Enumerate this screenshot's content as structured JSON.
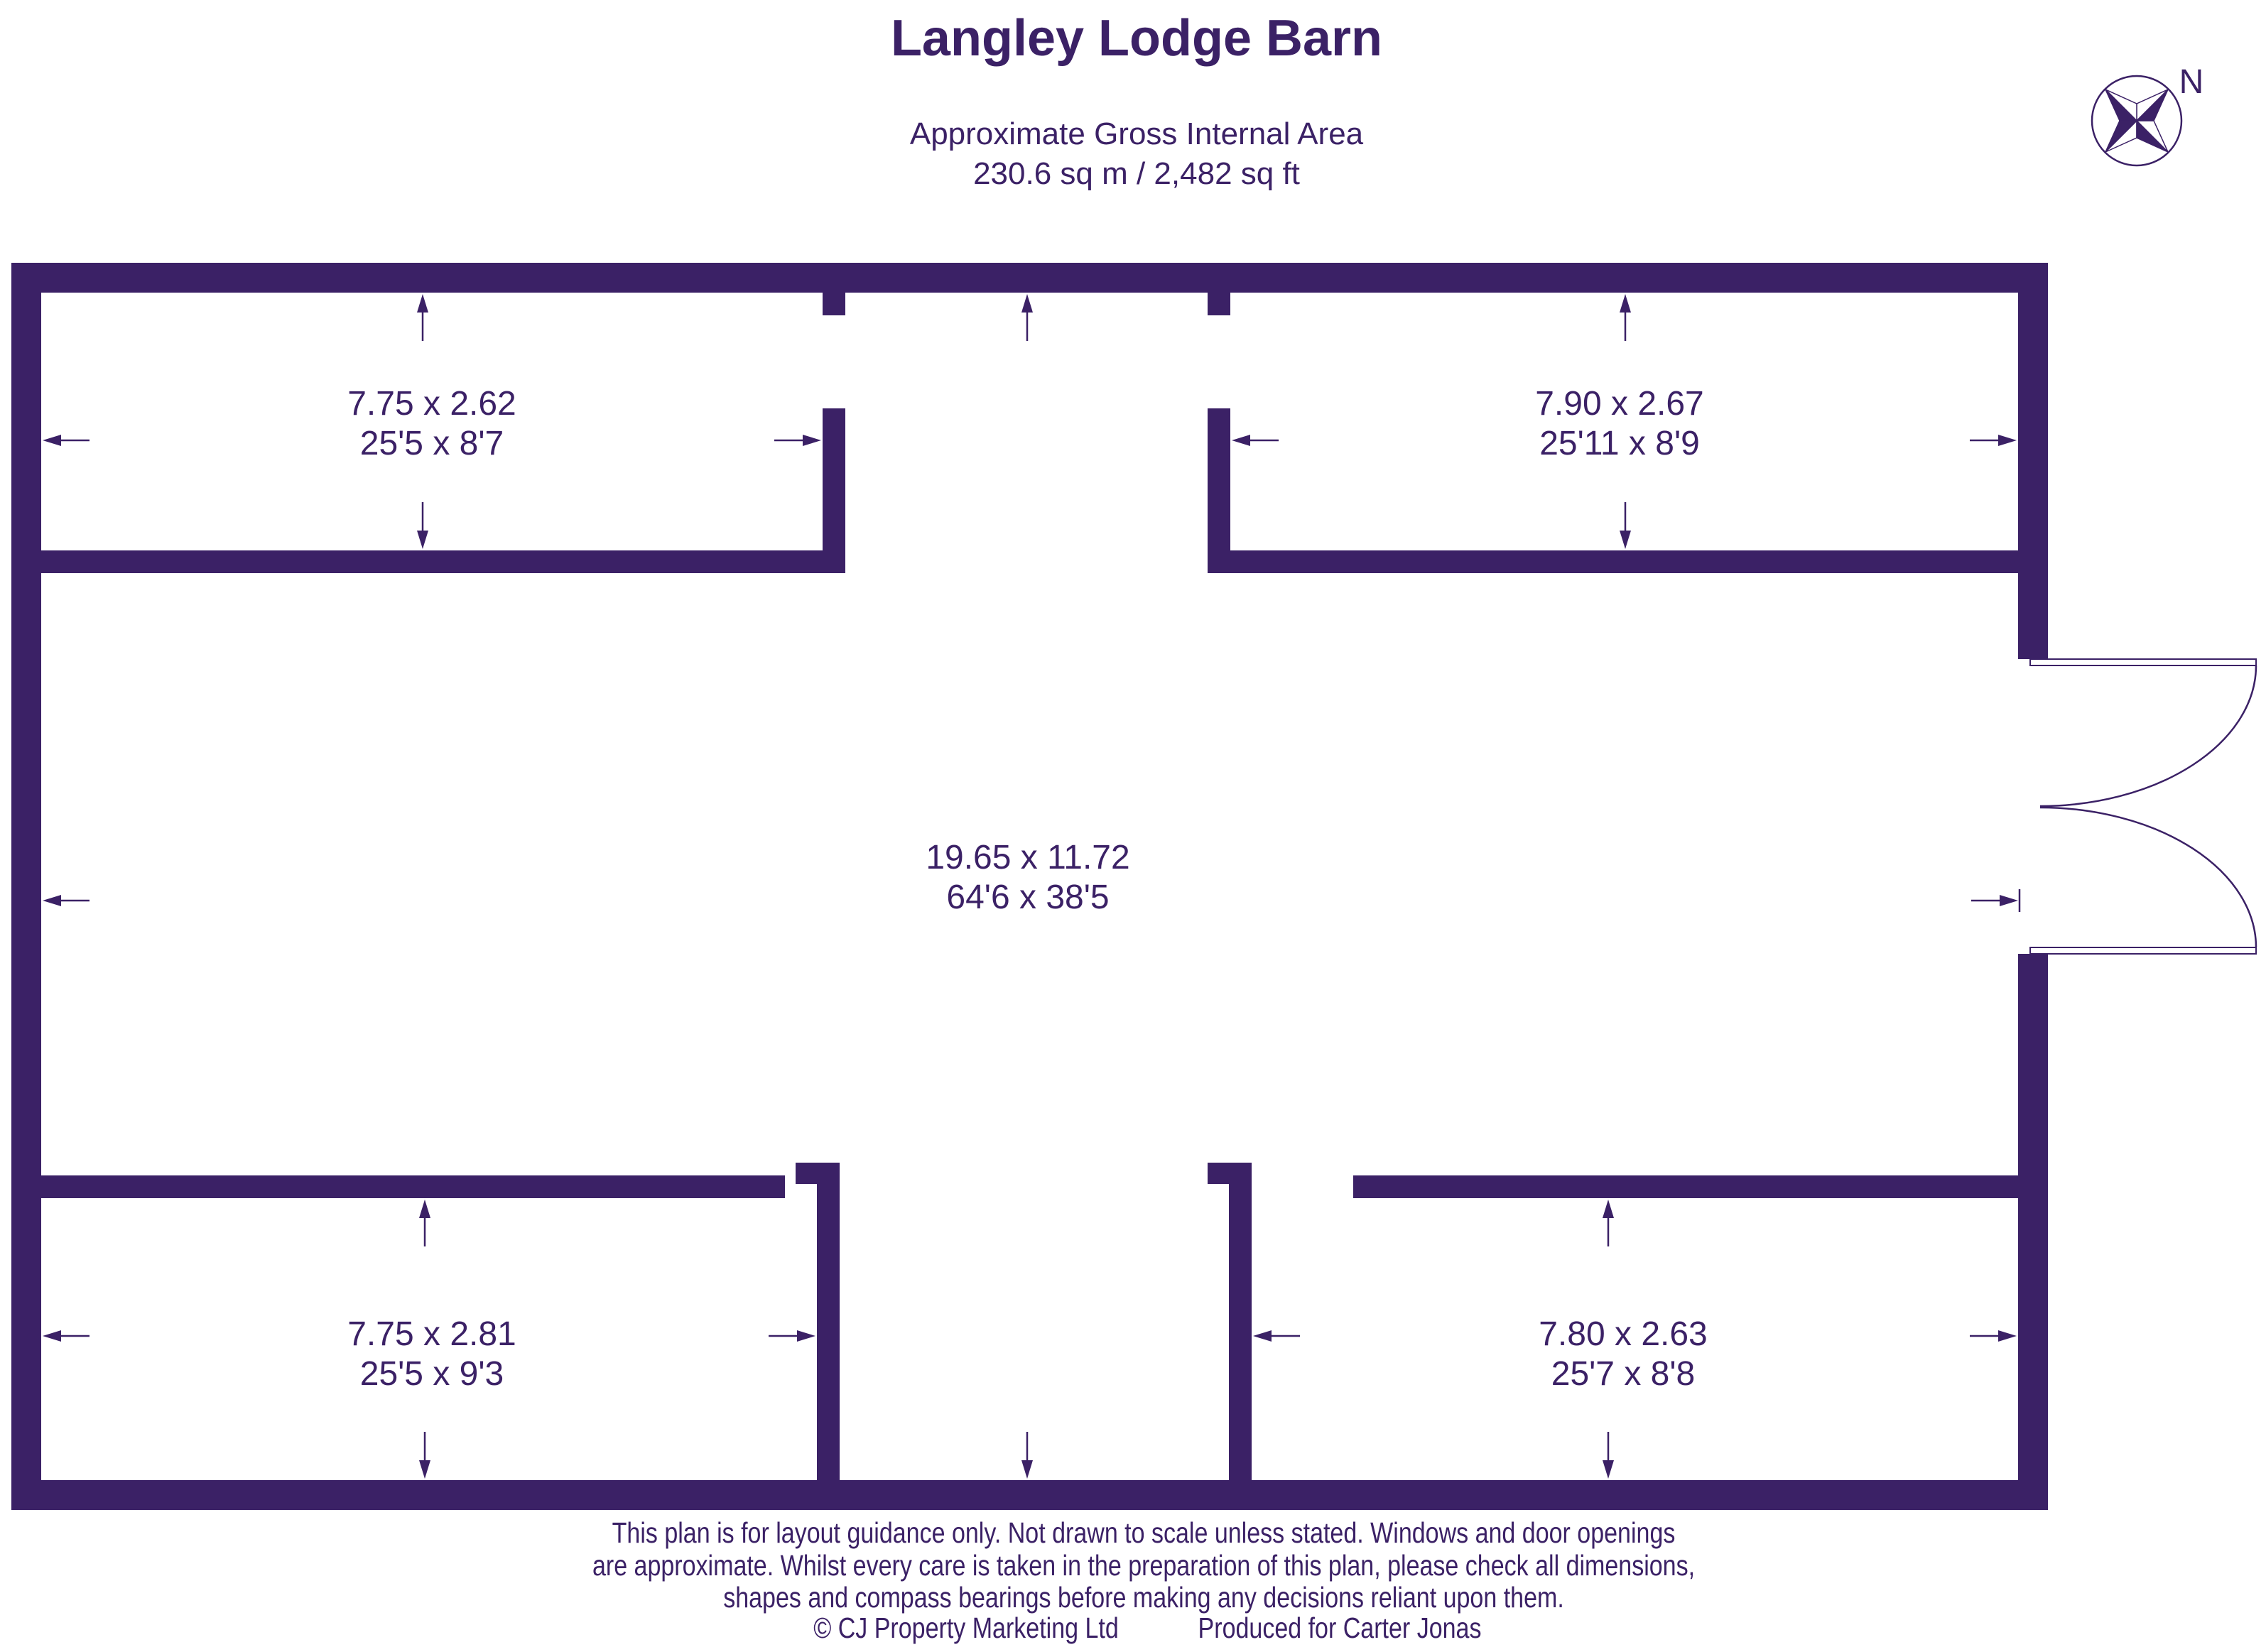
{
  "header": {
    "title": "Langley Lodge Barn",
    "subtitle_line1": "Approximate Gross Internal Area",
    "subtitle_line2": "230.6 sq m / 2,482 sq ft"
  },
  "compass": {
    "label": "N"
  },
  "rooms": {
    "top_left": {
      "metric": "7.75 x 2.62",
      "imperial": "25'5 x 8'7"
    },
    "top_right": {
      "metric": "7.90 x 2.67",
      "imperial": "25'11 x 8'9"
    },
    "main": {
      "metric": "19.65 x 11.72",
      "imperial": "64'6 x 38'5"
    },
    "bottom_left": {
      "metric": "7.75 x 2.81",
      "imperial": "25'5 x 9'3"
    },
    "bottom_right": {
      "metric": "7.80 x 2.63",
      "imperial": "25'7 x 8'8"
    }
  },
  "footer": {
    "line1": "This plan is for layout guidance only. Not drawn to scale unless stated. Windows and door openings",
    "line2": "are approximate. Whilst every care is taken in the preparation of this plan, please check all dimensions,",
    "line3": "shapes and compass bearings before making any decisions reliant upon them.",
    "copyright": "© CJ Property Marketing Ltd",
    "produced_by": "Produced for Carter Jonas"
  },
  "colors": {
    "wall": "#3b2166",
    "text": "#3b2166"
  }
}
